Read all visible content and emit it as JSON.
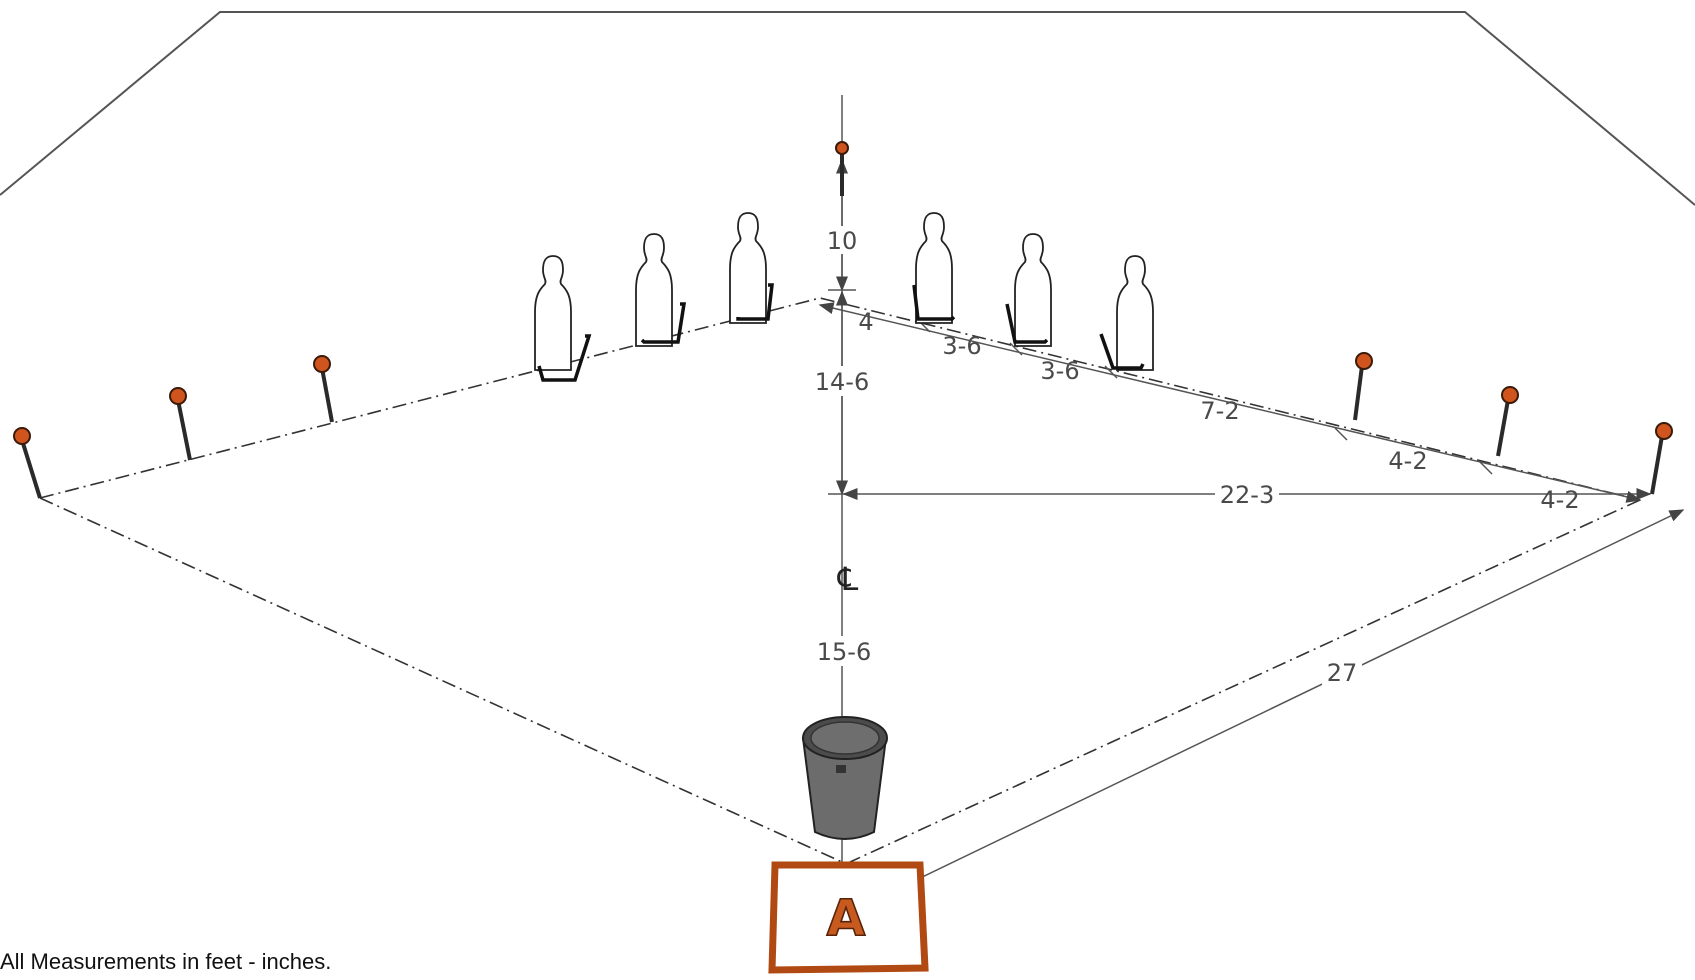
{
  "dimensions": {
    "plate_setback": "10",
    "target_gap_first": "4",
    "target_gap_second": "3-6",
    "target_gap_third": "3-6",
    "target_to_steel": "7-2",
    "steel_gap_first": "4-2",
    "steel_gap_second": "4-2",
    "targets_to_midline": "14-6",
    "midline_half_width": "22-3",
    "midline_to_barrel": "15-6",
    "box_to_corner": "27",
    "centerline_symbol": "℄"
  },
  "shooting_box": {
    "letter": "A"
  },
  "footnote": "All Measurements in feet - inches.",
  "colors": {
    "steel": "#d0541e",
    "box_frame": "#b04a12",
    "line": "#333333"
  }
}
